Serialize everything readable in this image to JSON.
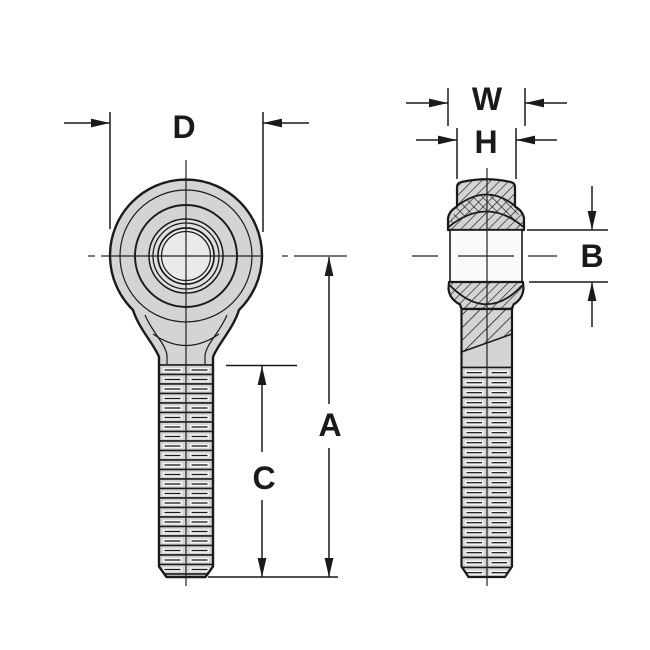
{
  "drawing": {
    "dimension_labels": {
      "D": "D",
      "A": "A",
      "C": "C",
      "W": "W",
      "H": "H",
      "B": "B"
    },
    "colors": {
      "line": "#1a1a1a",
      "body_fill": "#d4d4d4",
      "ball_face": "#dfdfdf",
      "bore_fill": "#eaeaea",
      "ball_band": "#fafafa",
      "thread_notch": "#f6f6f6",
      "background": "#ffffff"
    }
  }
}
